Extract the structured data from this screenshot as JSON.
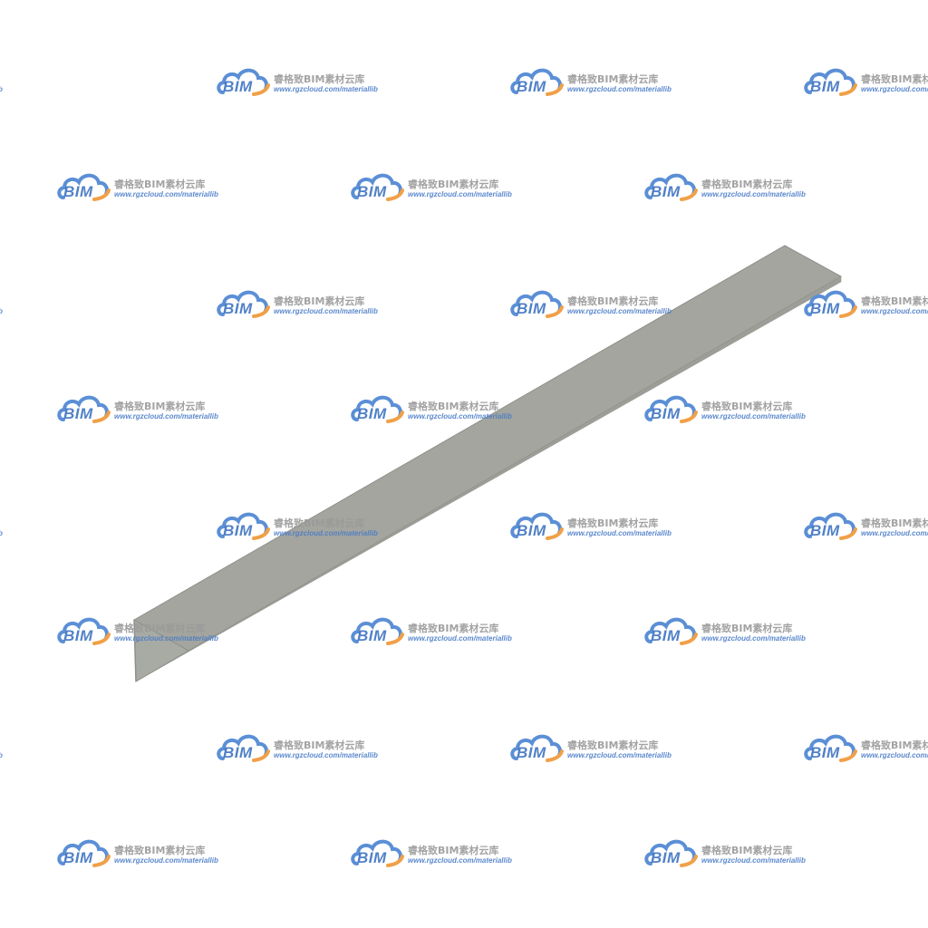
{
  "watermark": {
    "logo_text": "BIM",
    "title": "睿格致BIM素材云库",
    "url": "www.rgzcloud.com/materiallib",
    "colors": {
      "cloud_blue": "#5b8fd6",
      "cloud_orange": "#f0a048",
      "title_gray": "#9a9a9a",
      "url_blue": "#4a7cc8"
    }
  },
  "model": {
    "name": "angle-steel-bar",
    "colors": {
      "top_face": "#a3a59e",
      "side_face": "#9c9e97",
      "end_face": "#a8aaa4",
      "edge": "#8e908a"
    }
  },
  "background_color": "#ffffff"
}
